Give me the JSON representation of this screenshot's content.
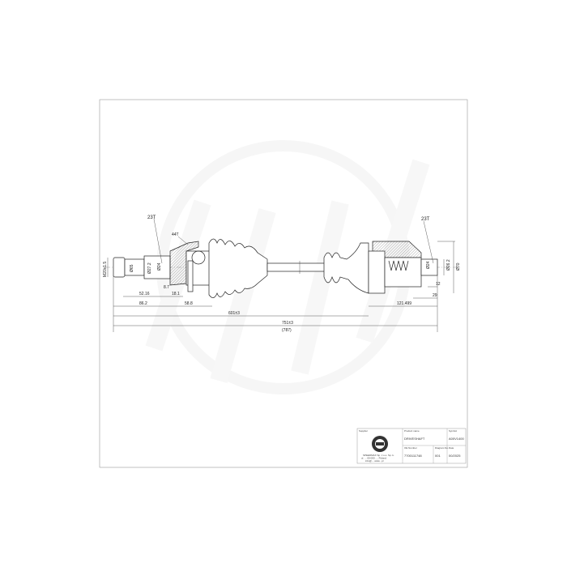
{
  "drawing": {
    "splines": {
      "inner_left": "23T",
      "inner_right": "23T",
      "abs_ring": "44T"
    },
    "dimensions": {
      "thread": "M20x1.5",
      "d_outer_left": "Ø65",
      "d_spline_left": "Ø27.2",
      "d_spline_left2": "Ø24",
      "d_right_small": "Ø26.2",
      "d_right_outer": "Ø70",
      "d_spline_right": "Ø24",
      "l_8_7": "8.7",
      "l_52_16": "52.16",
      "l_18_1": "18.1",
      "l_86_2": "86.2",
      "l_58_8": "58.8",
      "l_601": "601±3",
      "l_751": "751±3",
      "l_787": "(787)",
      "l_121": "121.499",
      "l_29": "29",
      "l_12": "12"
    }
  },
  "title_block": {
    "supplier_label": "Supplier",
    "supplier_address": [
      "SPEEDMAX Sp. z o.o. Sp. k.",
      "ul. ... 00-000 ..., Poland",
      "info@... www...pl"
    ],
    "product_name_label": "Product name",
    "product_name": "DRIVESHAFT",
    "symbol_label": "Symbol",
    "symbol": "A00V1400",
    "oe_number_label": "OE Number",
    "oe_number": "7700111748",
    "diagram_no_label": "Diagram No.",
    "diagram_no": "001",
    "date_label": "Date",
    "date": "00/2025"
  },
  "colors": {
    "line": "#222222",
    "frame": "#888888",
    "watermark": "#f2f2f2"
  }
}
